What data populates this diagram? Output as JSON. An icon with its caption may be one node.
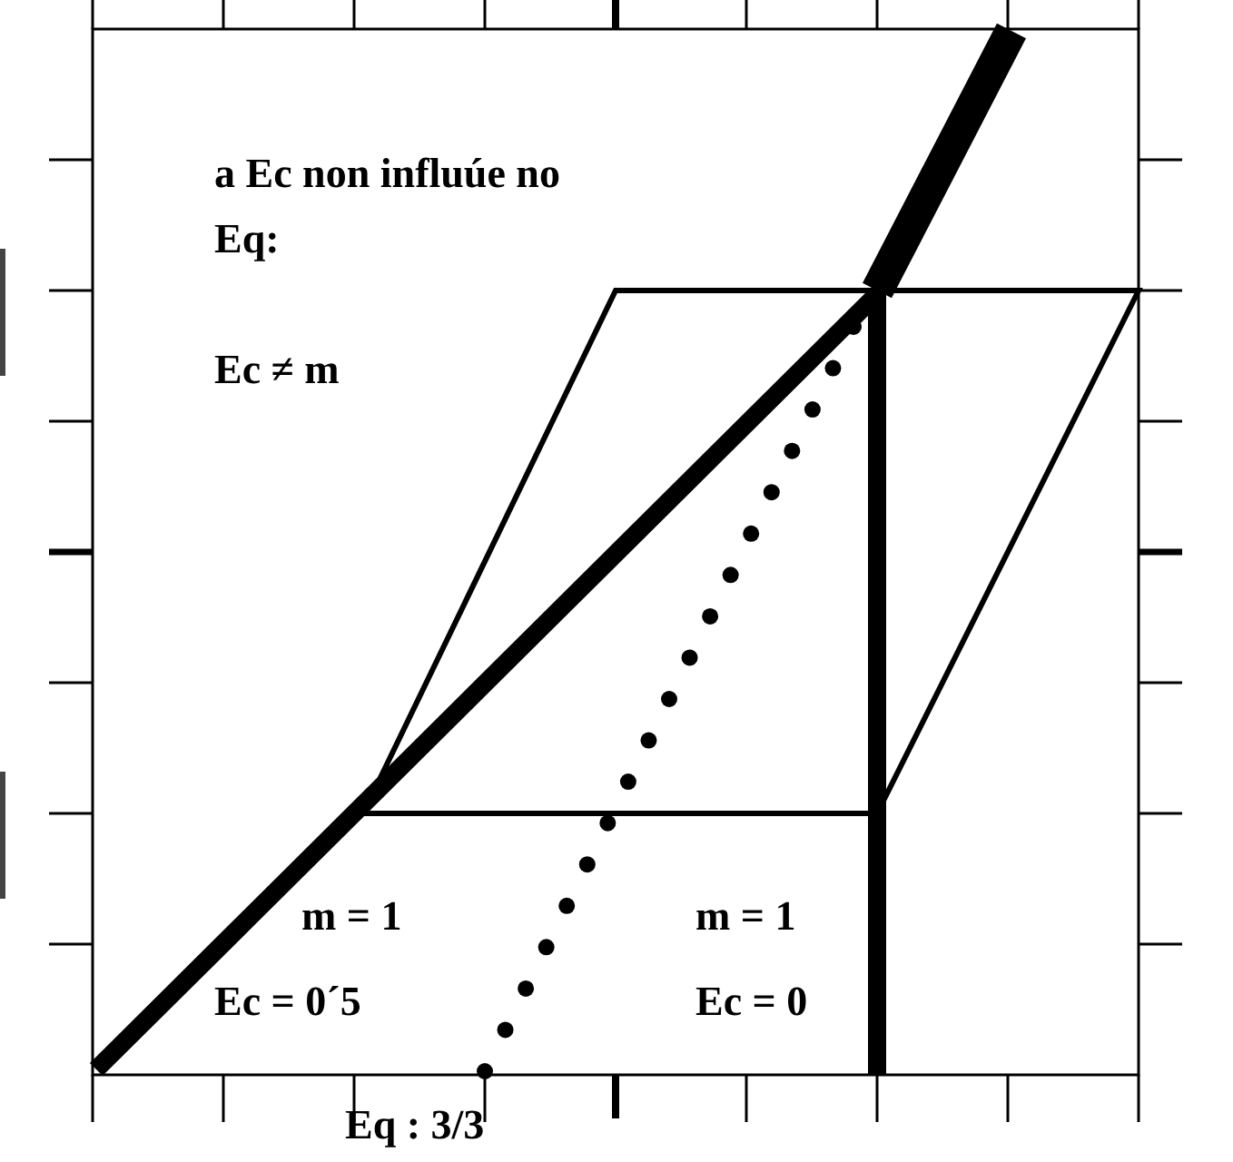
{
  "diagram": {
    "labels": [
      "a Ec non influúe no Eq:",
      "Ec ≠ m",
      "m = 1",
      "Ec = 0´5",
      "m = 1",
      "Ec = 0",
      "Eq : 3/3"
    ]
  }
}
